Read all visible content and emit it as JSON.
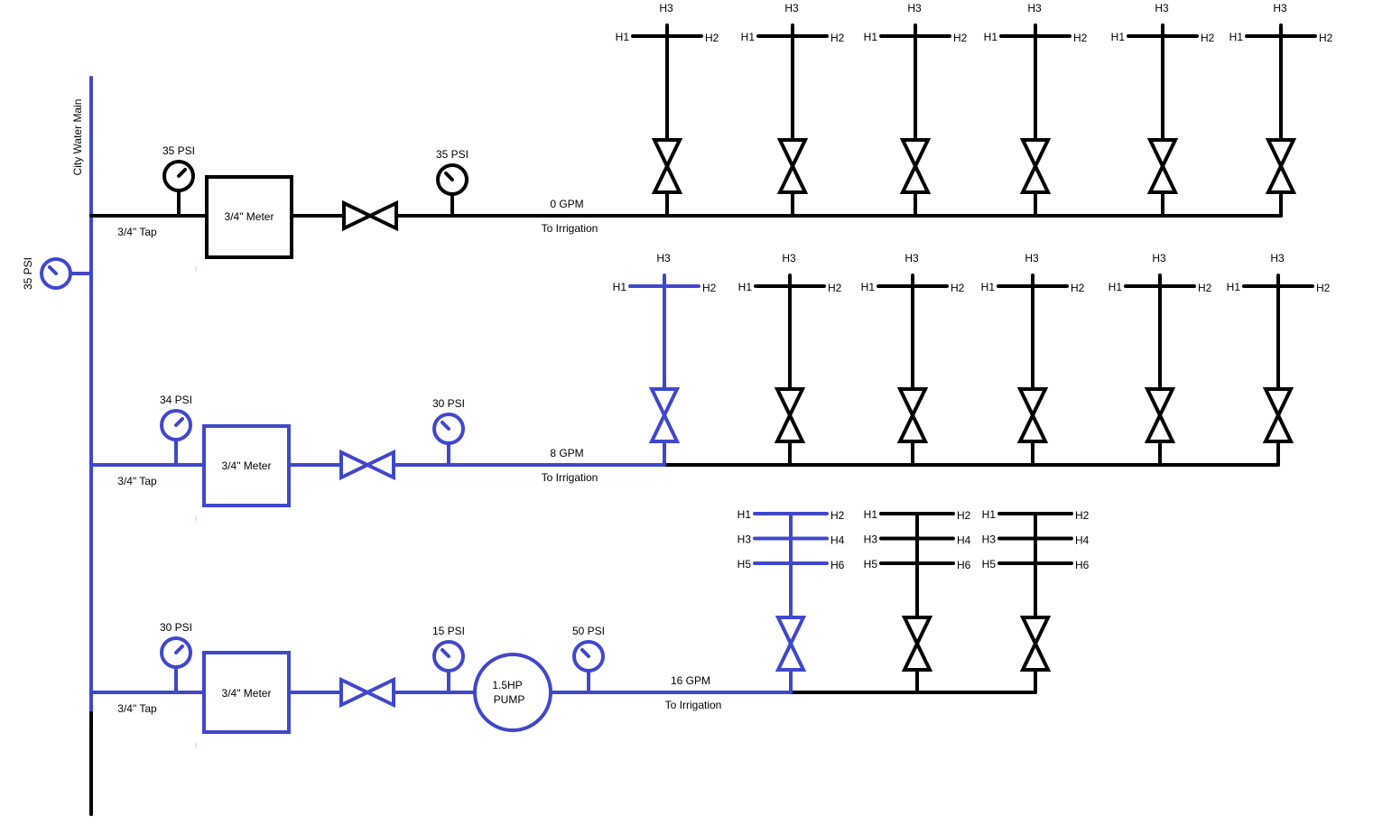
{
  "colors": {
    "active": "#3f48cc",
    "inactive": "#000000",
    "tick": "#99e6e6"
  },
  "main_line": {
    "label": "City Water Main",
    "gauge_label": "35 PSI",
    "active_color": "active",
    "lower_color": "inactive"
  },
  "branches": [
    {
      "name": "branch-1",
      "color": "inactive",
      "tap_label": "3/4\" Tap",
      "meter_label": "3/4\" Meter",
      "gauge_before_meter": "35 PSI",
      "gauge_after_valve": "35 PSI",
      "pump": null,
      "flow_label": "0 GPM",
      "dest_label": "To Irrigation",
      "header_color": "inactive",
      "risers": [
        {
          "color": "inactive",
          "outlets": [
            [
              "H1",
              "H2"
            ]
          ],
          "top": "H3"
        },
        {
          "color": "inactive",
          "outlets": [
            [
              "H1",
              "H2"
            ]
          ],
          "top": "H3"
        },
        {
          "color": "inactive",
          "outlets": [
            [
              "H1",
              "H2"
            ]
          ],
          "top": "H3"
        },
        {
          "color": "inactive",
          "outlets": [
            [
              "H1",
              "H2"
            ]
          ],
          "top": "H3"
        },
        {
          "color": "inactive",
          "outlets": [
            [
              "H1",
              "H2"
            ]
          ],
          "top": "H3"
        },
        {
          "color": "inactive",
          "outlets": [
            [
              "H1",
              "H2"
            ]
          ],
          "top": "H3"
        }
      ]
    },
    {
      "name": "branch-2",
      "color": "active",
      "tap_label": "3/4\" Tap",
      "meter_label": "3/4\" Meter",
      "gauge_before_meter": "34 PSI",
      "gauge_after_valve": "30 PSI",
      "pump": null,
      "flow_label": "8 GPM",
      "dest_label": "To Irrigation",
      "header_color": "inactive",
      "risers": [
        {
          "color": "active",
          "outlets": [
            [
              "H1",
              "H2"
            ]
          ],
          "top": "H3"
        },
        {
          "color": "inactive",
          "outlets": [
            [
              "H1",
              "H2"
            ]
          ],
          "top": "H3"
        },
        {
          "color": "inactive",
          "outlets": [
            [
              "H1",
              "H2"
            ]
          ],
          "top": "H3"
        },
        {
          "color": "inactive",
          "outlets": [
            [
              "H1",
              "H2"
            ]
          ],
          "top": "H3"
        },
        {
          "color": "inactive",
          "outlets": [
            [
              "H1",
              "H2"
            ]
          ],
          "top": "H3"
        },
        {
          "color": "inactive",
          "outlets": [
            [
              "H1",
              "H2"
            ]
          ],
          "top": "H3"
        }
      ]
    },
    {
      "name": "branch-3",
      "color": "active",
      "tap_label": "3/4\" Tap",
      "meter_label": "3/4\" Meter",
      "gauge_before_meter": "30 PSI",
      "gauge_after_valve": "15 PSI",
      "pump": {
        "label_line1": "1.5HP",
        "label_line2": "PUMP",
        "gauge_after": "50 PSI"
      },
      "flow_label": "16 GPM",
      "dest_label": "To Irrigation",
      "header_color": "inactive",
      "risers": [
        {
          "color": "active",
          "outlets": [
            [
              "H1",
              "H2"
            ],
            [
              "H3",
              "H4"
            ],
            [
              "H5",
              "H6"
            ]
          ],
          "top": null
        },
        {
          "color": "inactive",
          "outlets": [
            [
              "H1",
              "H2"
            ],
            [
              "H3",
              "H4"
            ],
            [
              "H5",
              "H6"
            ]
          ],
          "top": null
        },
        {
          "color": "inactive",
          "outlets": [
            [
              "H1",
              "H2"
            ],
            [
              "H3",
              "H4"
            ],
            [
              "H5",
              "H6"
            ]
          ],
          "top": null
        }
      ]
    }
  ]
}
